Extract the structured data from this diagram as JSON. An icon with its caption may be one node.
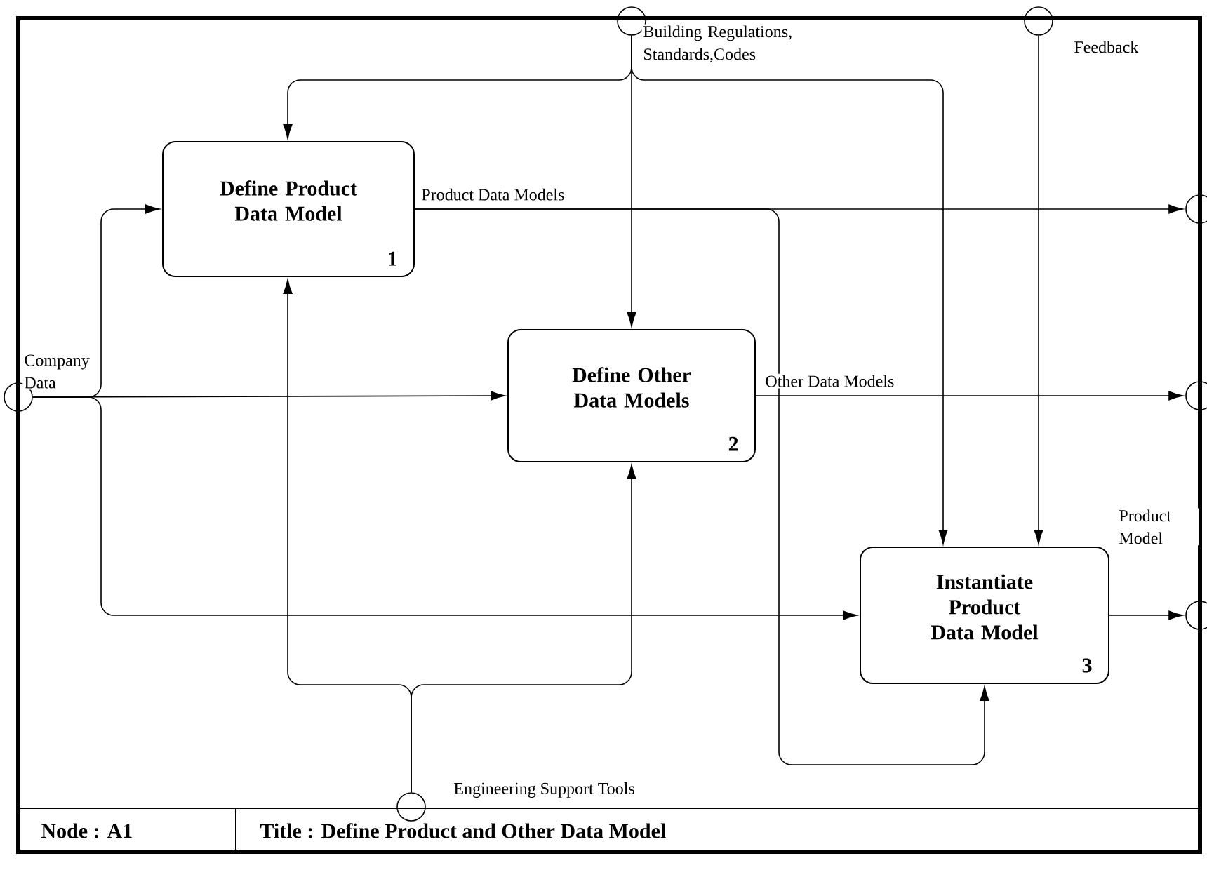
{
  "diagram": {
    "nodes": [
      {
        "text": [
          "Define Product Data Model",
          "1"
        ]
      },
      {
        "text": [
          "Define Other Data Models",
          "2"
        ]
      },
      {
        "text": [
          "Instantiate Product Data Model",
          "3"
        ]
      },
      {
        "text": [],
        "shape": "circle"
      },
      {
        "text": [],
        "shape": "circle"
      },
      {
        "text": [],
        "shape": "circle"
      },
      {
        "text": [],
        "shape": "circle"
      },
      {
        "text": [],
        "shape": "circle"
      },
      {
        "text": [],
        "shape": "circle"
      },
      {
        "text": [],
        "shape": "circle"
      }
    ],
    "edges": [
      {
        "from": 3,
        "to": 1,
        "arrow": "to",
        "label": "Company Data"
      },
      {
        "from": 3,
        "to": 0,
        "arrow": "to"
      },
      {
        "from": 3,
        "to": 2,
        "arrow": "to"
      },
      {
        "from": 4,
        "to": 0,
        "arrow": "to",
        "label": "Building Regulations, Standards,Codes"
      },
      {
        "from": 4,
        "to": 1,
        "arrow": "to"
      },
      {
        "from": 4,
        "to": 2,
        "arrow": "to"
      },
      {
        "from": 5,
        "to": 2,
        "arrow": "to",
        "label": "Feedback"
      },
      {
        "from": 0,
        "to": 6,
        "arrow": "to",
        "label": "Product Data Models"
      },
      {
        "from": 0,
        "to": 2,
        "arrow": "to"
      },
      {
        "from": 1,
        "to": 7,
        "arrow": "to",
        "label": "Other Data Models"
      },
      {
        "from": 2,
        "to": 8,
        "arrow": "to",
        "label": "Product Model"
      },
      {
        "from": 9,
        "to": 0,
        "arrow": "to",
        "label": "Engineering Support Tools"
      },
      {
        "from": 9,
        "to": 1,
        "arrow": "to"
      }
    ],
    "labels": [
      "Node : A1",
      "Title : Define Product and Other Data Model"
    ]
  }
}
